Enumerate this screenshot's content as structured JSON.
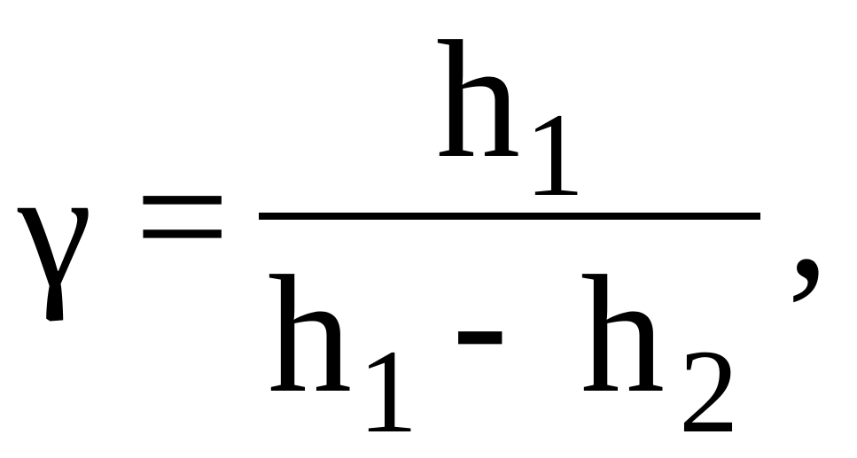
{
  "formula": {
    "lhs": "γ",
    "equals": "=",
    "numerator": {
      "variable": "h",
      "subscript": "1"
    },
    "denominator": {
      "first_variable": "h",
      "first_subscript": "1",
      "operator": "-",
      "second_variable": "h",
      "second_subscript": "2"
    },
    "trailing_punctuation": ","
  }
}
